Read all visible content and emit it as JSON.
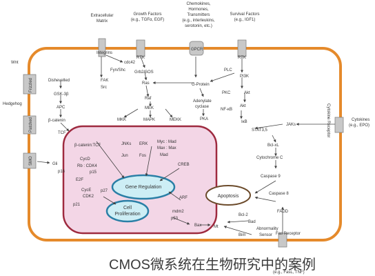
{
  "extracellular": {
    "extracellular_matrix": [
      "Extracellular",
      "Matrix"
    ],
    "growth_factors": [
      "Growth Factors",
      "(e.g., TGFα, EGF)"
    ],
    "chemokines": [
      "Chemokines,",
      "Hormones,",
      "Transmitters",
      "(e.g., interleukins,",
      "serotonin, etc.)"
    ],
    "survival_factors": [
      "Survival Factors",
      "(e.g., IGF1)"
    ],
    "wnt": "Wnt",
    "hedgehog": "Hedgehog",
    "cytokines": [
      "Cytokines",
      "(e.g., EPO)"
    ],
    "death_factors": "(e.g., FasL, TNF)"
  },
  "receptors": {
    "integrins": "Integrins",
    "rtk_growth": "RTK",
    "gpcr": "GPCR",
    "rtk_survival": "RTK",
    "frizzled": "Frizzled",
    "patched": "Patched",
    "smo": "SMO",
    "cytokine_receptor": "Cytokine Receptor",
    "death_receptor": "Fas Receptor"
  },
  "signaling": {
    "cdc42": "cdc42",
    "fyn_shc": "Fyn/Shc",
    "fak": "FAK",
    "src": "Src",
    "grb2_sos": "Grb2/SOS",
    "ras": "Ras",
    "plc": "PLC",
    "pi3k": "PI3K",
    "g_protein": "G-Protein",
    "pkc": "PKC",
    "akt": "Akt",
    "raf": "Raf",
    "adenylate_cyclase": [
      "Adenylate",
      "cyclase"
    ],
    "nfkb": "NF-κB",
    "ikb": "IκB",
    "akt_mid": "Akt",
    "mek": "MEK",
    "mkk": "MKK",
    "mapk": "MAPK",
    "mekk": "MEKK",
    "pka": "PKA",
    "dishevelled": "Dishevelled",
    "gsk3b": "GSK-3β",
    "apc": "APC",
    "beta_catenin": "β-catenin",
    "tcf": "TCF",
    "gli": "Gli",
    "jaks": "JAKs",
    "stat": "STAT3,5",
    "bclxl": "Bcl-xL",
    "cytochrome_c": "Cytochrome C",
    "caspase9": "Caspase 9",
    "caspase8": "Caspase 8",
    "fadd": "FADD",
    "bcl2": "Bcl-2",
    "bad": "Bad",
    "bax": "Bax",
    "bim": "Bim",
    "mt": "Mt",
    "abnormality_sensor": [
      "Abnormality",
      "Sensor"
    ],
    "mdm2": "mdm2",
    "p53": "p53",
    "arf": "ARF"
  },
  "nucleus": {
    "beta_catenin_tcf": "β-catenin:TCF",
    "jnks": "JNKs",
    "jun": "Jun",
    "erk": "ERK",
    "fos": "Fos",
    "myc_mad": "Myc : Mad",
    "max_max": "Max : Max",
    "mad": "Mad",
    "creb": "CREB",
    "cycd_cdk46": [
      "CycD",
      "Rb : CDK4",
      "p15"
    ],
    "p16": "p16",
    "e2f": "E2F",
    "cyce_cdk2": [
      "CycE",
      "CDK2"
    ],
    "p27": "p27",
    "p21": "p21",
    "gene_regulation": "Gene Regulation",
    "cell_proliferation": [
      "Cell",
      "Proliferation"
    ],
    "apoptosis": "Apoptosis"
  },
  "caption": "CMOS微系统在生物研究中的案例",
  "colors": {
    "membrane": "#e58a2b",
    "nucleus_fill": "#f3d6e6",
    "nucleus_border": "#9e2a3f",
    "gene_reg_fill": "#cdeef5",
    "gene_reg_border": "#2a7fa6",
    "apoptosis_border": "#6b4a2a",
    "receptor": "#c8c8c8",
    "arrow": "#404040"
  }
}
